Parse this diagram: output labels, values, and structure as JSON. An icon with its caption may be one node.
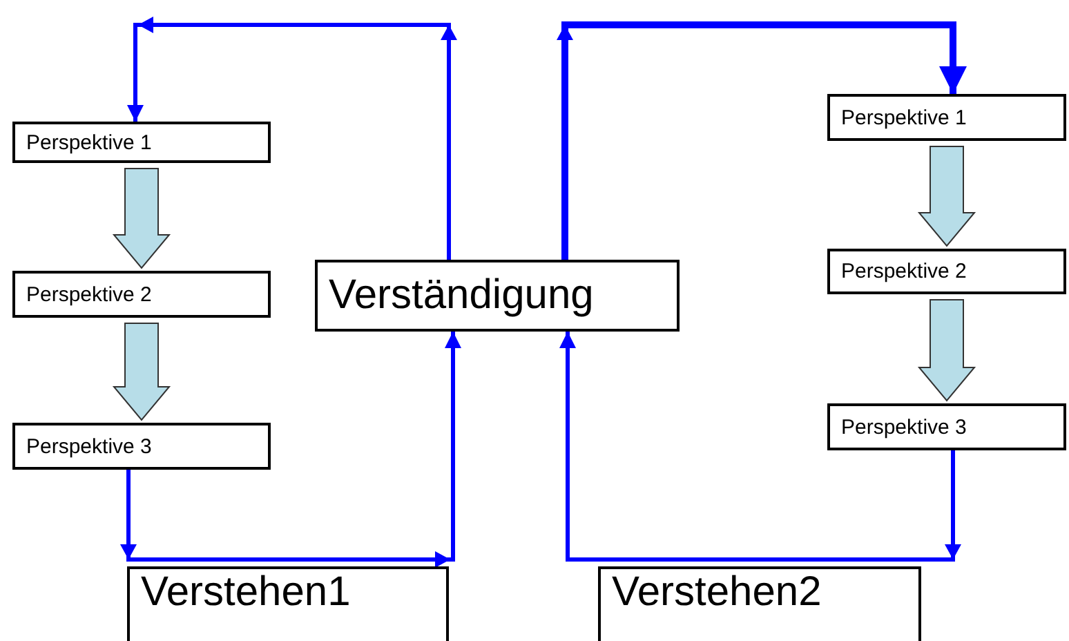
{
  "diagram": {
    "nodes": [
      {
        "text": [
          "Perspektive 1"
        ]
      },
      {
        "text": [
          "Perspektive 1"
        ]
      },
      {
        "text": [
          "Perspektive 2"
        ]
      },
      {
        "text": [
          "Perspektive 2"
        ]
      },
      {
        "text": [
          "Verständigung"
        ]
      },
      {
        "text": [
          "Perspektive 3"
        ]
      },
      {
        "text": [
          "Perspektive 3"
        ]
      },
      {
        "text": [
          "Verstehen1"
        ]
      },
      {
        "text": [
          "Verstehen2"
        ]
      }
    ],
    "edges": [
      {
        "from": 0,
        "to": 2,
        "arrow": "to",
        "style": "thick",
        "color": "#b7dde8"
      },
      {
        "from": 2,
        "to": 5,
        "arrow": "to",
        "style": "thick",
        "color": "#b7dde8"
      },
      {
        "from": 1,
        "to": 3,
        "arrow": "to",
        "style": "thick",
        "color": "#b7dde8"
      },
      {
        "from": 3,
        "to": 6,
        "arrow": "to",
        "style": "thick",
        "color": "#b7dde8"
      },
      {
        "from": 4,
        "to": 0,
        "arrow": "to"
      },
      {
        "from": 5,
        "to": 4,
        "arrow": "to"
      },
      {
        "from": 4,
        "to": 1,
        "arrow": "to"
      },
      {
        "from": 6,
        "to": 4,
        "arrow": "to"
      }
    ]
  }
}
